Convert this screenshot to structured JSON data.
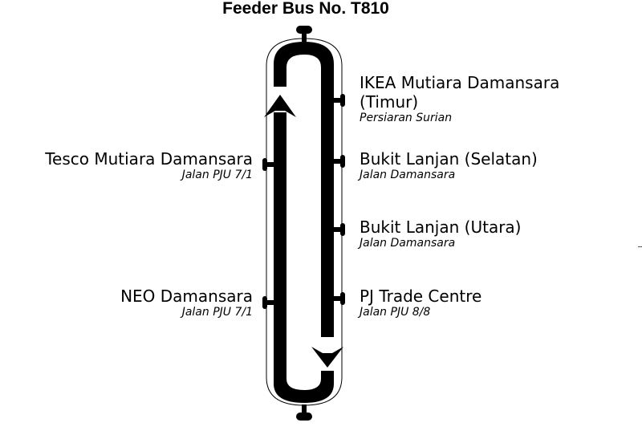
{
  "title": "Feeder Bus No. T810",
  "right_stops": [
    {
      "name": "IKEA Mutiara Damansara",
      "name2": "(Timur)",
      "road": "Persiaran Surian"
    },
    {
      "name": "Bukit Lanjan (Selatan)",
      "road": "Jalan Damansara"
    },
    {
      "name": "Bukit Lanjan (Utara)",
      "road": "Jalan Damansara"
    },
    {
      "name": "PJ Trade Centre",
      "road": "Jalan PJU 8/8"
    }
  ],
  "left_stops": [
    {
      "name": "Tesco Mutiara Damansara",
      "road": "Jalan PJU 7/1"
    },
    {
      "name": "NEO Damansara",
      "road": "Jalan PJU 7/1"
    }
  ],
  "colors": {
    "line": "#000000",
    "background": "#ffffff"
  }
}
